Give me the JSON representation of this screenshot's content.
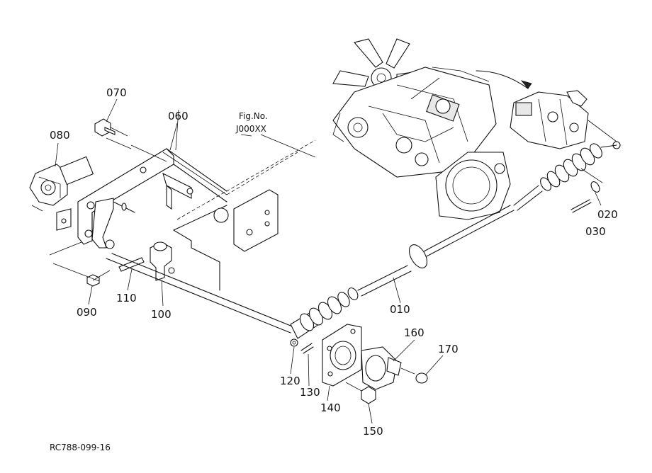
{
  "figure_ref": {
    "line1": "Fig.No.",
    "line2": "J000XX"
  },
  "drawing_code": "RC788-099-16",
  "parts": {
    "p010": "010",
    "p020": "020",
    "p030": "030",
    "p060": "060",
    "p070": "070",
    "p080": "080",
    "p090": "090",
    "p100": "100",
    "p110": "110",
    "p120": "120",
    "p130": "130",
    "p140": "140",
    "p150": "150",
    "p160": "160",
    "p170": "170"
  }
}
